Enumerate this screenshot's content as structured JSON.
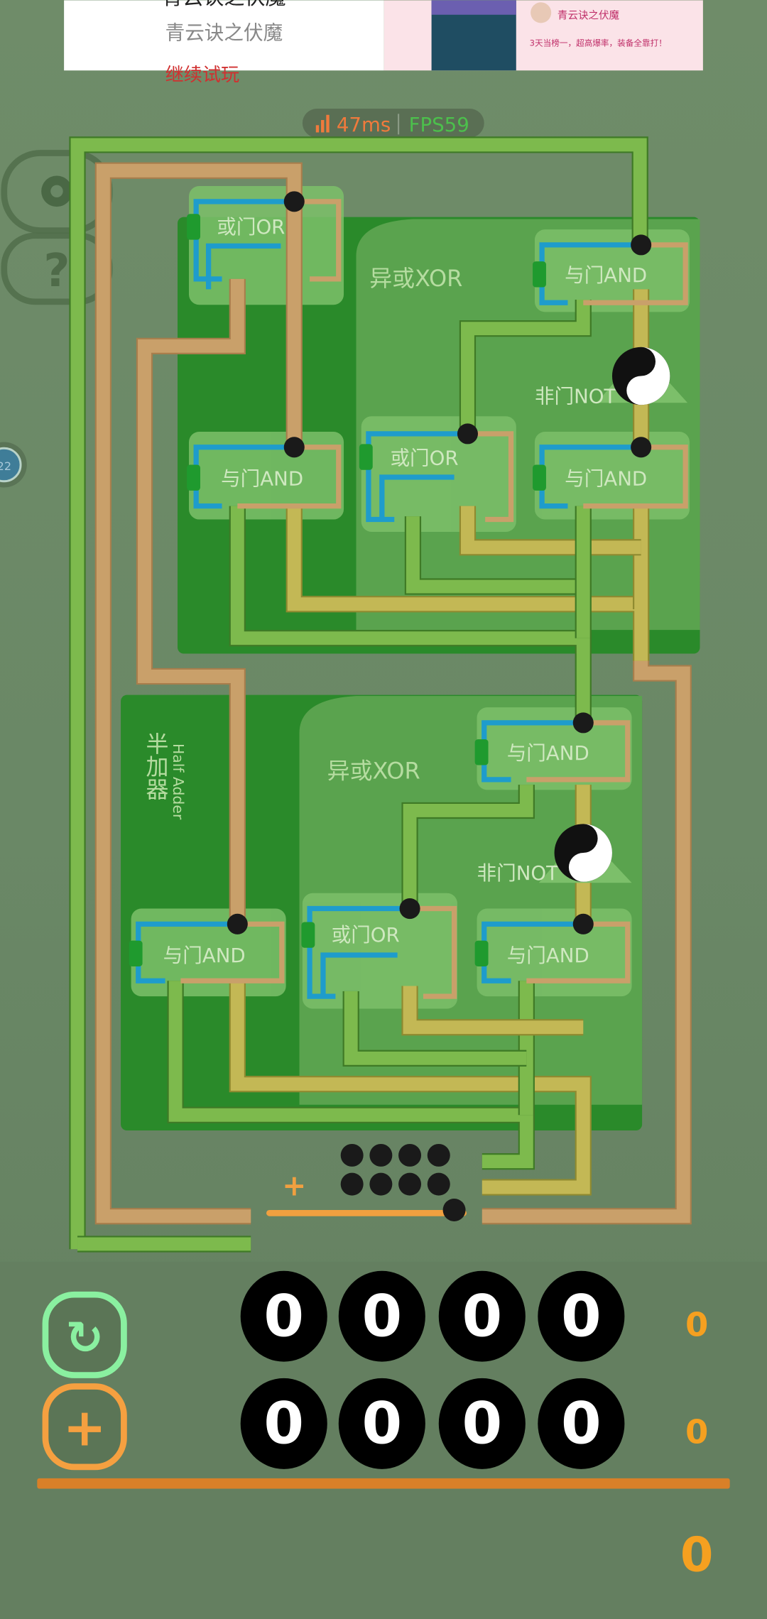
{
  "ad": {
    "title": "青云诀之伏魔",
    "subtitle": "青云诀之伏魔",
    "cta": "继续试玩",
    "app_name": "青云诀之伏魔",
    "tagline": "3天当榜一，超高爆率，装备全靠打！"
  },
  "status": {
    "ping": "47ms",
    "fps": "FPS59",
    "ping_color": "#f07a3c",
    "fps_color": "#4cc04c"
  },
  "side": {
    "settings": "settings",
    "help": "?",
    "level_badge": "22"
  },
  "board": {
    "upper_module": "异或XOR",
    "lower_module": "异或XOR",
    "half_adder_cn": "半加器",
    "half_adder_en": "Half Adder",
    "gates": {
      "or": "或门OR",
      "and": "与门AND",
      "not": "非门NOT"
    },
    "plus_sign": "+"
  },
  "bottom": {
    "row1": [
      "0",
      "0",
      "0",
      "0"
    ],
    "row2": [
      "0",
      "0",
      "0",
      "0"
    ],
    "row1_result": "0",
    "row2_result": "0",
    "sum_result": "0",
    "reset_label": "reset",
    "add_label": "+"
  }
}
